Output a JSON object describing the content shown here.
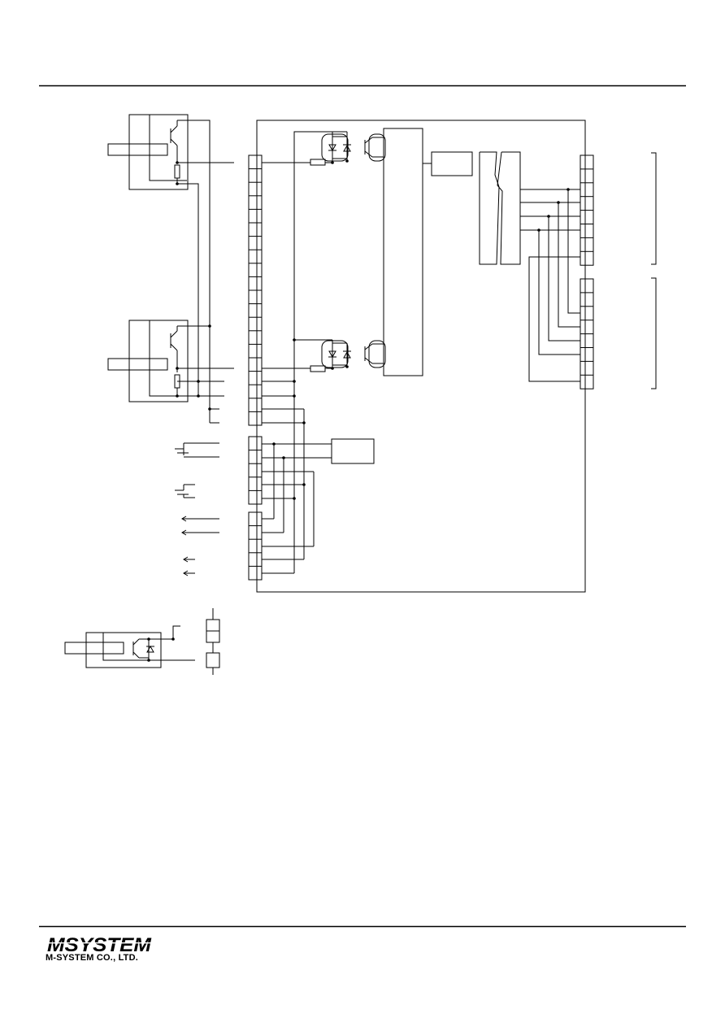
{
  "logo": {
    "brand": "MSYSTEM",
    "company": "M-SYSTEM CO., LTD."
  },
  "colors": {
    "line": "#000000",
    "background": "#ffffff"
  },
  "diagram": {
    "terminal_blocks": [
      {
        "id": "input-terminal-block",
        "terminals": 20
      },
      {
        "id": "power-terminal-block",
        "terminals": 5
      },
      {
        "id": "output-terminal-block",
        "terminals": 5
      },
      {
        "id": "right-terminal-block-upper",
        "terminals": 8
      },
      {
        "id": "right-terminal-block-lower",
        "terminals": 8
      }
    ],
    "sensors": 3,
    "photocouplers": 2
  }
}
